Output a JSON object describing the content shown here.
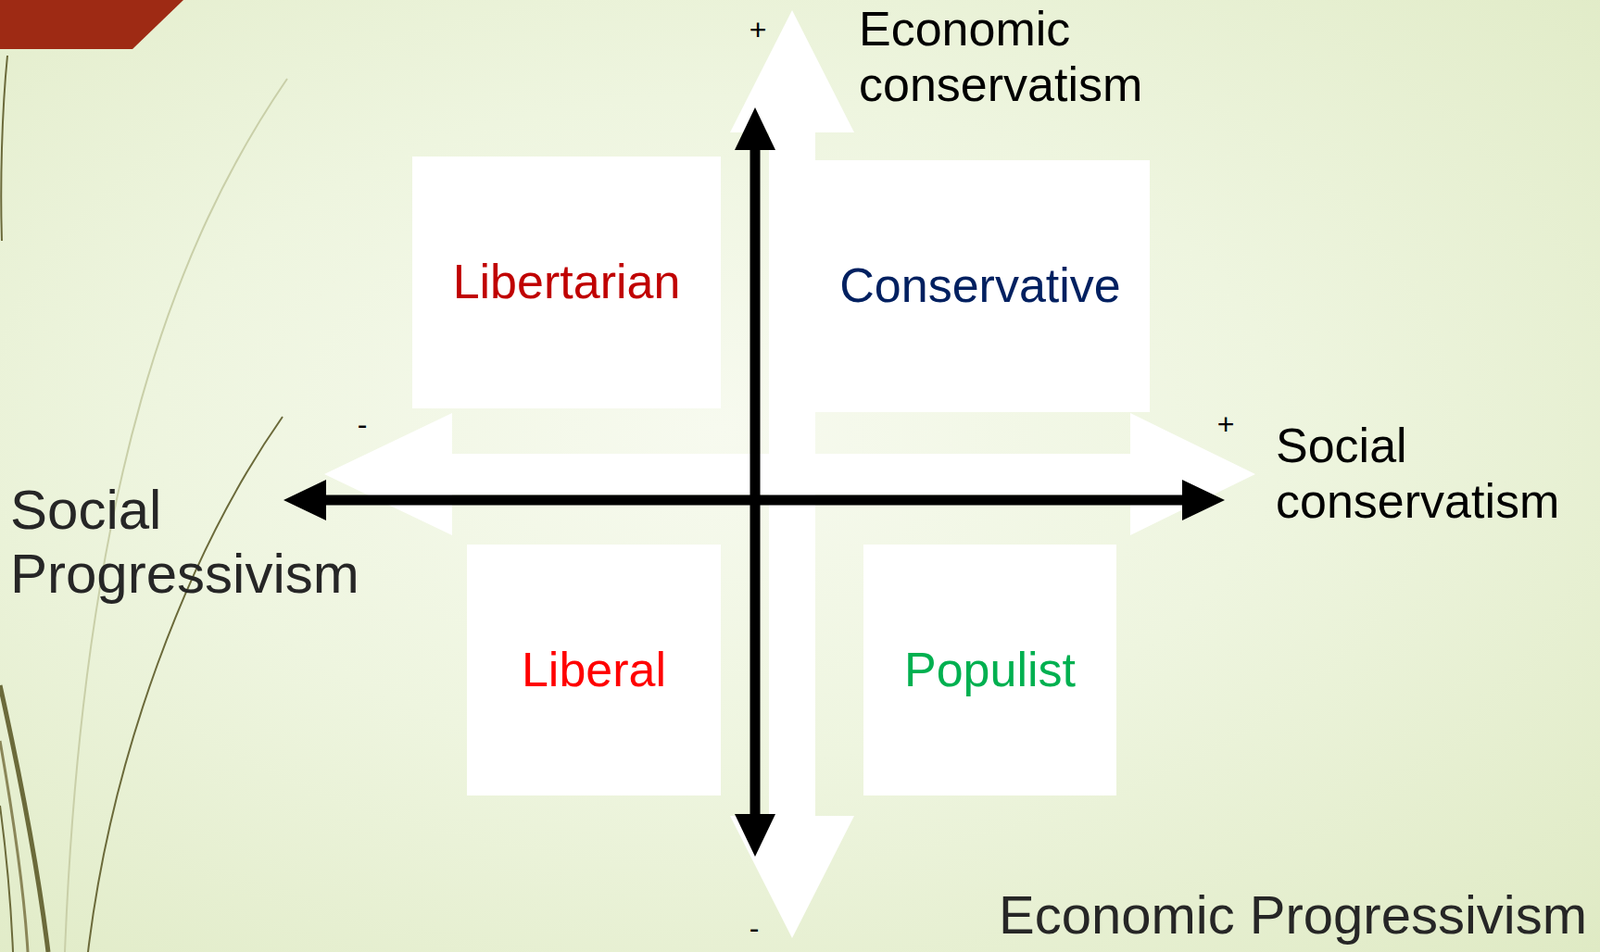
{
  "diagram": {
    "nodes": [
      {
        "text": [
          "Libertarian"
        ]
      },
      {
        "text": [
          "Conservative"
        ]
      },
      {
        "text": [
          "Liberal"
        ]
      },
      {
        "text": [
          "Populist"
        ]
      }
    ],
    "labels": [
      "+",
      "Economic conservatism",
      "-",
      "Social Progressivism",
      "+",
      "Social conservatism",
      "Economic Progressivism",
      "-"
    ]
  }
}
